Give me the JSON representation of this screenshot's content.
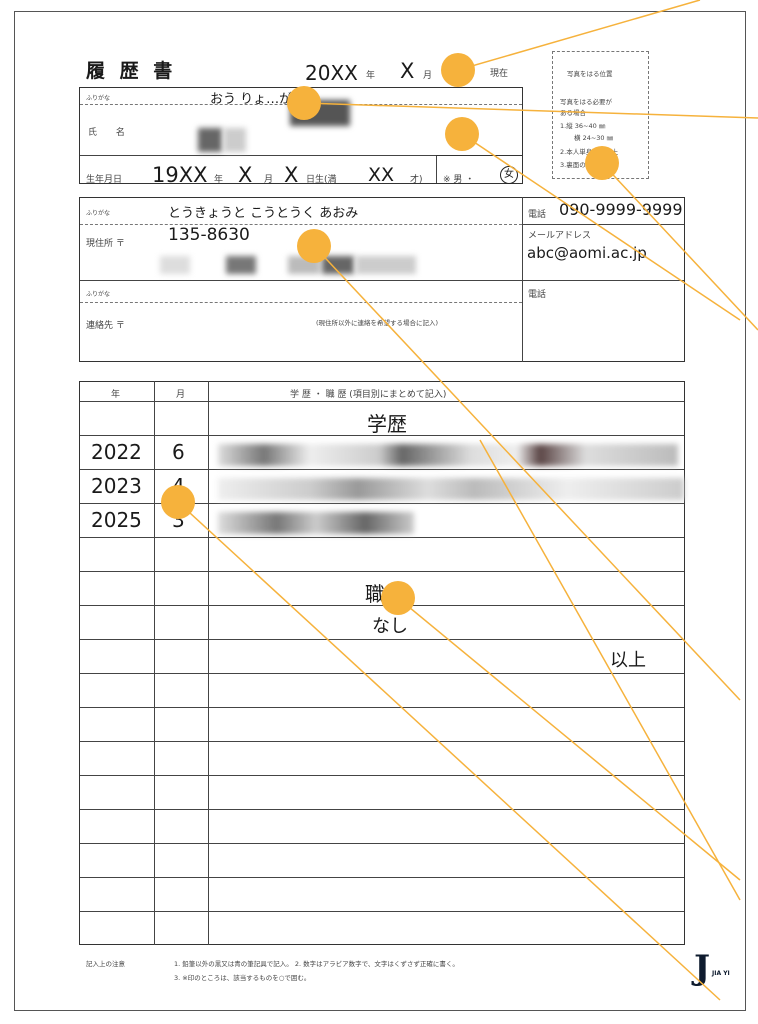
{
  "form": {
    "title": "履 歴 書",
    "date_year": "20XX",
    "year_unit": "年",
    "date_month": "X",
    "month_unit": "月",
    "current_label": "現在"
  },
  "name": {
    "furigana_label": "ふりがな",
    "furigana_value": "おう りょ…がく",
    "name_label": "氏 名"
  },
  "birth": {
    "label": "生年月日",
    "year": "19XX",
    "year_unit": "年",
    "month": "X",
    "month_unit": "月",
    "day": "X",
    "day_unit": "日生(満",
    "age": "XX",
    "age_unit": "才)",
    "sex_label": "※ 男 ・",
    "sex_value": "女"
  },
  "photo_box": {
    "title": "写真をはる位置",
    "line1": "写真をはる必要が",
    "line2": "ある場合",
    "line3": "1.縦 36~40 ㎜",
    "line4": "横 24~30 ㎜",
    "line5": "2.本人単身胸から上",
    "line6": "3.裏面のりづけ"
  },
  "address": {
    "furigana_label": "ふりがな",
    "furigana_value": "とうきょうと こうとうく あおみ",
    "label": "現住所 〒",
    "postal": "135-8630",
    "phone_label": "電話",
    "phone": "090-9999-9999",
    "email_label": "メールアドレス",
    "email": "abc@aomi.ac.jp"
  },
  "contact": {
    "furigana_label": "ふりがな",
    "label": "連絡先 〒",
    "note": "(現住所以外に連絡を希望する場合に記入)",
    "phone_label": "電話"
  },
  "history": {
    "col_year": "年",
    "col_month": "月",
    "col_content": "学 歴 ・ 職 歴 (項目別にまとめて記入)",
    "edu_heading": "学歴",
    "rows": [
      {
        "year": "2022",
        "month": "6"
      },
      {
        "year": "2023",
        "month": "4"
      },
      {
        "year": "2025",
        "month": "3"
      }
    ],
    "work_heading": "職歴",
    "work_none": "なし",
    "end": "以上"
  },
  "notes": {
    "label": "記入上の注意",
    "line1": "1. 鉛筆以外の黒又は青の筆記具で記入。 2. 数字はアラビア数字で、文字はくずさず正確に書く。",
    "line2": "3. ※印のところは、該当するものを○で囲む。"
  },
  "logo": {
    "mark": "J",
    "text": "JIA YI"
  },
  "colors": {
    "accent": "#f6b23c",
    "ink": "#1a1a1a",
    "frame": "#333333"
  }
}
